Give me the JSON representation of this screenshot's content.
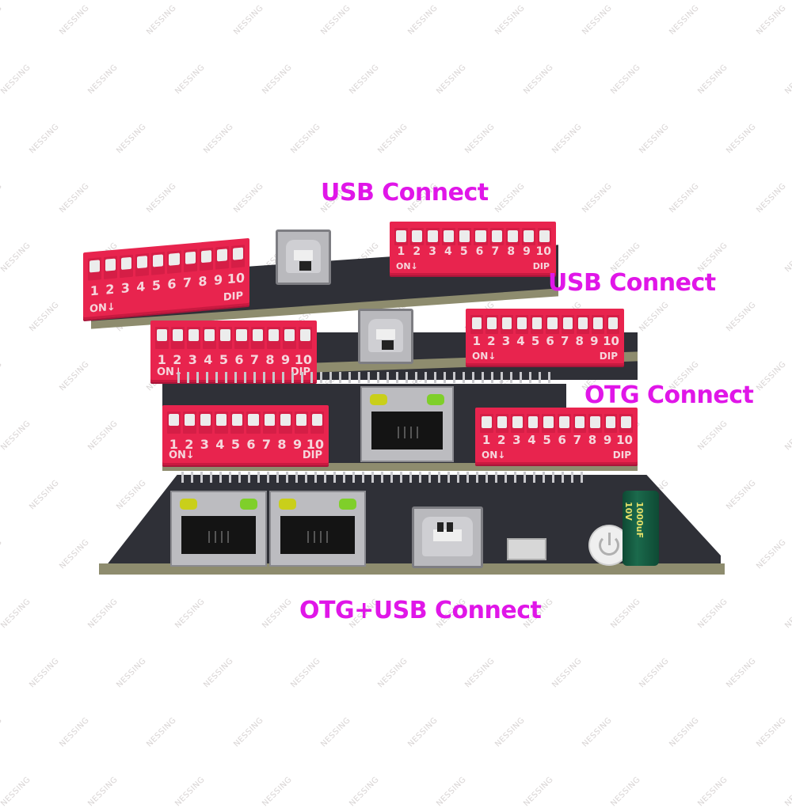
{
  "watermark": {
    "text": "NESSING",
    "color": "#d8d4d4"
  },
  "labels": {
    "top_usb": "USB Connect",
    "second_usb": "USB Connect",
    "otg": "OTG Connect",
    "bottom": "OTG+USB Connect",
    "color": "#e016e8"
  },
  "dip_switch": {
    "numbers": [
      "1",
      "2",
      "3",
      "4",
      "5",
      "6",
      "7",
      "8",
      "9",
      "10"
    ],
    "on_label": "ON↓",
    "dip_label": "DIP",
    "color": "#e8244e"
  },
  "capacitor": {
    "value": "1000uF",
    "voltage": "10V"
  },
  "components": {
    "usb_ports": 3,
    "ethernet_ports": 3,
    "dip_switches": 6,
    "power_button_icon": "power-icon"
  }
}
